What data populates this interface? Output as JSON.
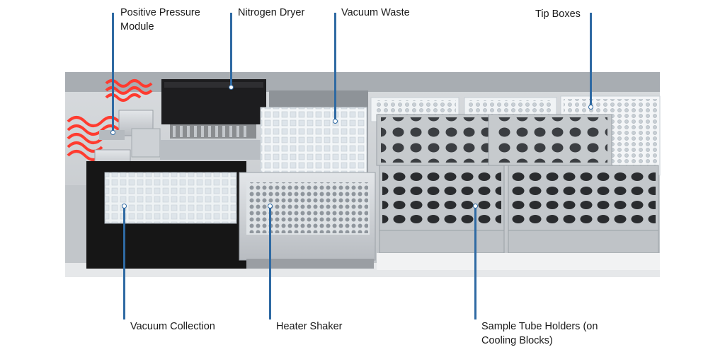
{
  "figure": {
    "callouts": [
      {
        "id": "positive-pressure-module",
        "lines": [
          "Positive Pressure",
          "Module"
        ]
      },
      {
        "id": "nitrogen-dryer",
        "lines": [
          "Nitrogen Dryer"
        ]
      },
      {
        "id": "vacuum-waste",
        "lines": [
          "Vacuum  Waste"
        ]
      },
      {
        "id": "tip-boxes",
        "lines": [
          "Tip Boxes"
        ]
      },
      {
        "id": "vacuum-collection",
        "lines": [
          "Vacuum  Collection"
        ]
      },
      {
        "id": "heater-shaker",
        "lines": [
          "Heater Shaker"
        ]
      },
      {
        "id": "sample-tube-holders",
        "lines": [
          "Sample Tube Holders (on",
          "Cooling Blocks)"
        ]
      }
    ],
    "colors": {
      "leader": "#2f6aa3",
      "deck_background": "#cfd2d4",
      "aluminum": "#c9ccd0",
      "black_block": "#1b1b1b",
      "tubing": "#ff3b2f",
      "plate_white": "#eef2f4"
    }
  }
}
